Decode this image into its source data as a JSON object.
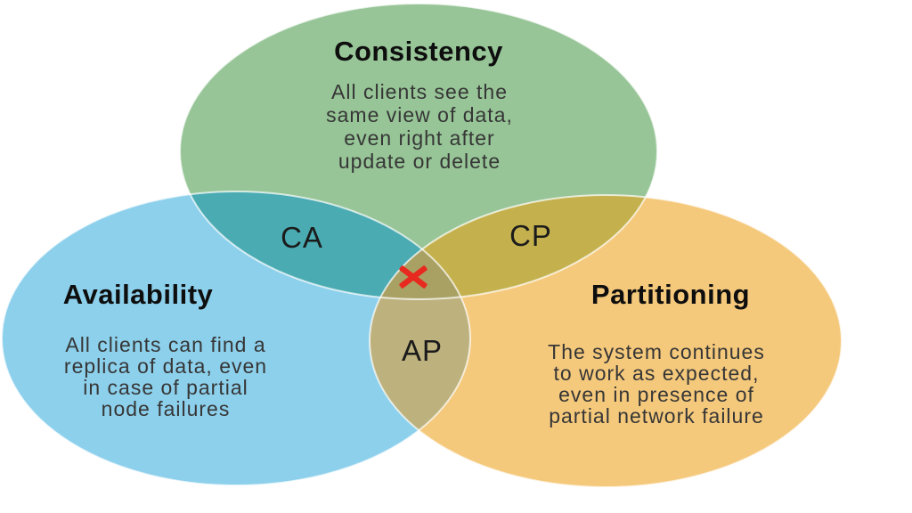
{
  "diagram": {
    "background": "#ffffff",
    "circles": {
      "consistency": {
        "label": "Consistency",
        "description": "All clients see the\nsame view of data,\neven right after\nupdate or delete",
        "color": "#97c597"
      },
      "availability": {
        "label": "Availability",
        "description": "All clients can find a\nreplica of data, even\nin case of partial\nnode failures",
        "color": "#8dd0ec"
      },
      "partitioning": {
        "label": "Partitioning",
        "description": "The system continues\nto work as expected,\neven in presence of\npartial network failure",
        "color": "#f5c97c"
      }
    },
    "overlaps": {
      "ca": {
        "label": "CA",
        "color": "#4aabb2"
      },
      "cp": {
        "label": "CP",
        "color": "#c4b14e"
      },
      "ap": {
        "label": "AP",
        "color": "#bdb27e"
      },
      "center": {
        "color": "#a9a164"
      }
    },
    "x_marker_color": "#e8291f"
  }
}
